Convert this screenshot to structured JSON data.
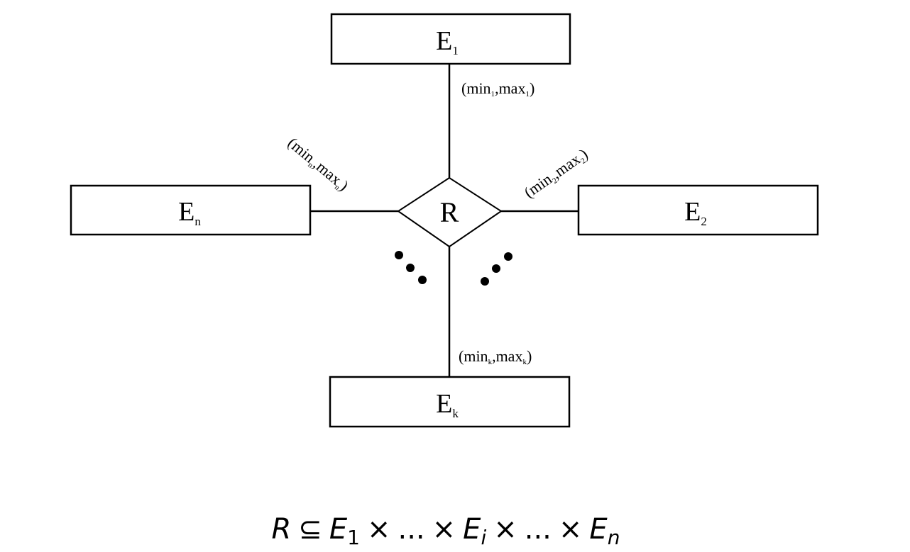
{
  "entities": {
    "e1": {
      "base": "E",
      "sub": "1"
    },
    "e2": {
      "base": "E",
      "sub": "2"
    },
    "ek": {
      "base": "E",
      "sub": "k"
    },
    "en": {
      "base": "E",
      "sub": "n"
    }
  },
  "relationship": {
    "label": "R"
  },
  "cardinalities": {
    "c1": {
      "open": "(",
      "min": "min",
      "min_sub": "1",
      "sep": ",",
      "max": "max",
      "max_sub": "1",
      "close": ")"
    },
    "c2": {
      "open": "(",
      "min": "min",
      "min_sub": "2",
      "sep": ",",
      "max": "max",
      "max_sub": "2",
      "close": ")"
    },
    "ck": {
      "open": "(",
      "min": "min",
      "min_sub": "k",
      "sep": ",",
      "max": "max",
      "max_sub": "k",
      "close": ")"
    },
    "cn": {
      "open": "(",
      "min": "min",
      "min_sub": "n",
      "sep": ",",
      "max": "max",
      "max_sub": "n",
      "close": ")"
    }
  },
  "formula": {
    "r": "R",
    "subset": "⊆",
    "e": "E",
    "sub1": "1",
    "times": "×",
    "dots": "...",
    "subi": "i",
    "subn": "n"
  }
}
